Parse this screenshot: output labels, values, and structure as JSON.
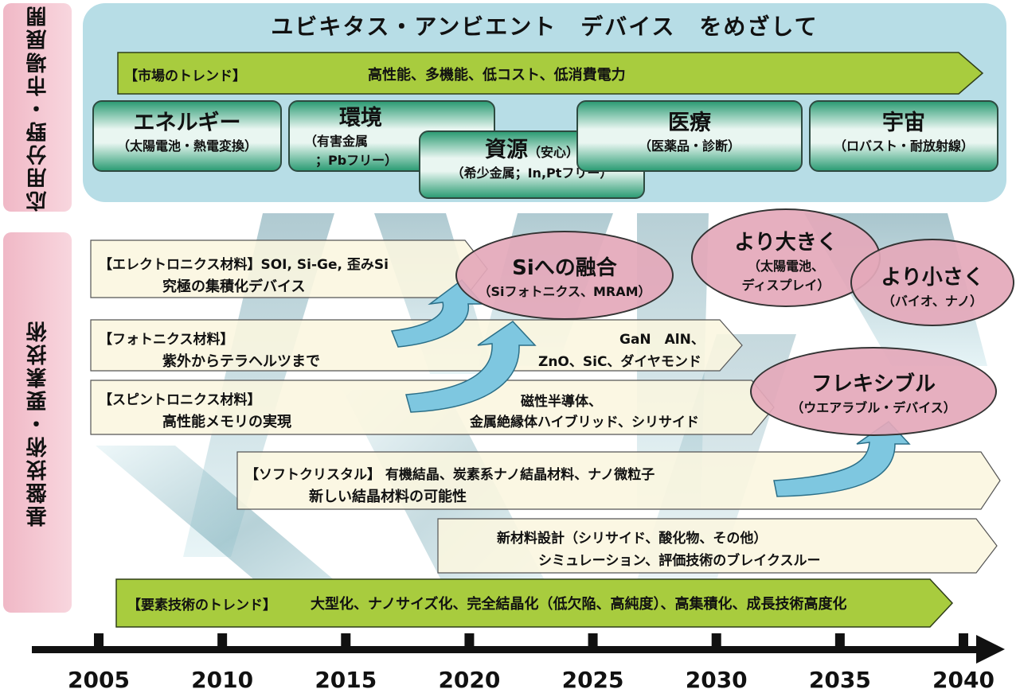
{
  "side_labels": {
    "application": "応用分野・市場展開",
    "foundation": "基盤技術・要素技術"
  },
  "title": "ユビキタス・アンビエント　デバイス　をめざして",
  "market_trend": {
    "label": "【市場のトレンド】",
    "text": "高性能、多機能、低コスト、低消費電力"
  },
  "fields": [
    {
      "name": "エネルギー",
      "sub": "（太陽電池・熱電変換）"
    },
    {
      "name": "環境",
      "sub1": "（有害金属",
      "sub2": "；Pbフリー）"
    },
    {
      "name": "資源",
      "name_suffix": "（安心）",
      "sub": "（希少金属；In,Ptフリー）"
    },
    {
      "name": "医療",
      "sub": "（医薬品・診断）"
    },
    {
      "name": "宇宙",
      "sub": "（ロバスト・耐放射線）"
    }
  ],
  "rows": [
    {
      "label": "【エレクトロニクス材料】SOI, Si-Ge, 歪みSi",
      "sub": "究極の集積化デバイス"
    },
    {
      "label": "【フォトニクス材料】",
      "sub": "紫外からテラヘルツまで",
      "right1": "GaN　AlN、",
      "right2": "ZnO、SiC、ダイヤモンド"
    },
    {
      "label": "【スピントロニクス材料】",
      "sub": "高性能メモリの実現",
      "right1": "磁性半導体、",
      "right2": "金属絶縁体ハイブリッド、シリサイド"
    },
    {
      "label": "【ソフトクリスタル】 有機結晶、炭素系ナノ結晶材料、ナノ微粒子",
      "sub": "新しい結晶材料の可能性"
    },
    {
      "label": "新材料設計（シリサイド、酸化物、その他）",
      "sub": "シミュレーション、評価技術のブレイクスルー"
    }
  ],
  "bubbles": [
    {
      "title": "Siへの融合",
      "sub": "（Siフォトニクス、MRAM）"
    },
    {
      "title": "より大きく",
      "sub1": "（太陽電池、",
      "sub2": "ディスプレイ）"
    },
    {
      "title": "より小さく",
      "sub": "（バイオ、ナノ）"
    },
    {
      "title": "フレキシブル",
      "sub": "（ウエアラブル・デバイス）"
    }
  ],
  "element_trend": {
    "label": "【要素技術のトレンド】",
    "text": "大型化、ナノサイズ化、完全結晶化（低欠陥、高純度）、高集積化、成長技術高度化"
  },
  "timeline": {
    "years": [
      2005,
      2010,
      2015,
      2020,
      2025,
      2030,
      2035,
      2040
    ],
    "labels": [
      "2005",
      "2010",
      "2015",
      "2020",
      "2025",
      "2030",
      "2035",
      "2040"
    ]
  },
  "colors": {
    "panel": "#b7dde6",
    "trend_arrow": "#a8cc3e",
    "row_fill": "#fbf6df",
    "bubble": "#e4a8ba",
    "field_green": "#2e9d75",
    "side_pink": "#f0b8c6"
  }
}
